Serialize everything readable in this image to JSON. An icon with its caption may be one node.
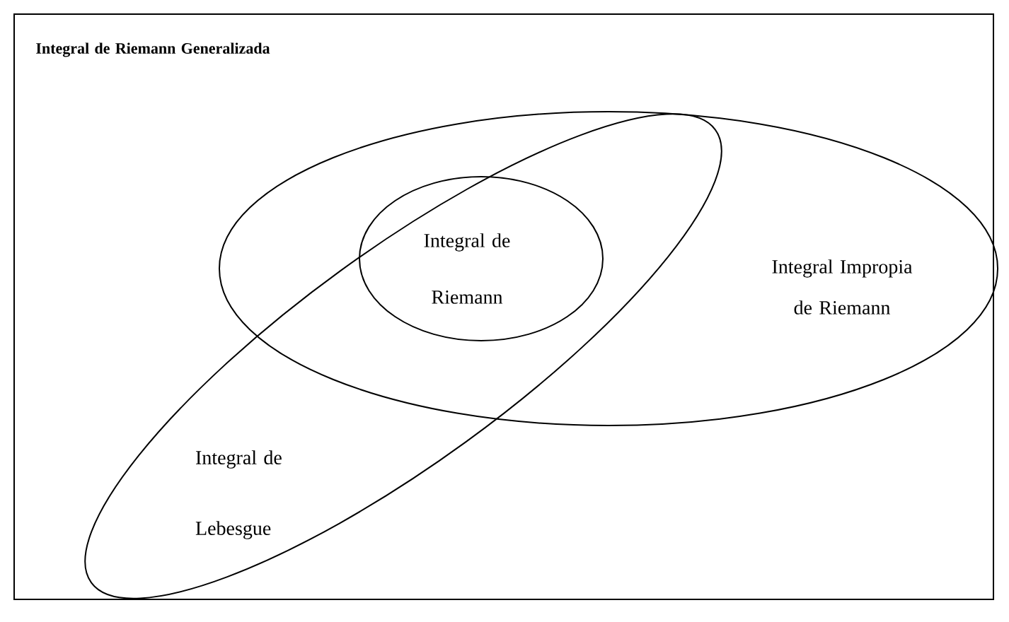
{
  "diagram": {
    "nodes": [
      {
        "text": [
          "Integral de Riemann Generalizada"
        ]
      },
      {
        "text": [
          "Integral Impropia de Riemann"
        ],
        "in": 0
      },
      {
        "text": [
          "Integral de Riemann"
        ]
      },
      {
        "text": [
          "Integral de Lebesgue"
        ],
        "in": 0
      }
    ]
  }
}
